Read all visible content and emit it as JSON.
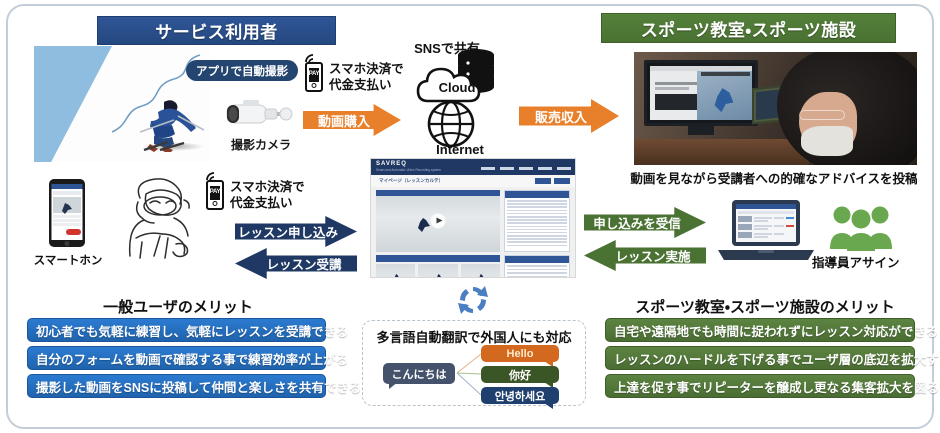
{
  "sections": {
    "user_header": "サービス利用者",
    "facility_header": "スポーツ教室・スポーツ施設"
  },
  "left": {
    "auto_capture_pill": "アプリで自動撮影",
    "camera_caption": "撮影カメラ",
    "phone_caption": "スマートホン",
    "pay_label_top": "スマホ決済で\n代金支払い",
    "pay_label_bottom": "スマホ決済で\n代金支払い",
    "pay_badge": "PAY"
  },
  "center": {
    "sns_share": "SNSで共有",
    "cloud": "Cloud",
    "internet": "Internet",
    "webapp": {
      "logo": "SAVREQ",
      "tagline": "Smart and Automatic Video Recording system",
      "breadcrumb": "マイページ（レッスンカルテ）"
    }
  },
  "arrows": {
    "purchase": "動画購入",
    "revenue": "販売収入",
    "lesson_apply": "レッスン申し込み",
    "lesson_take": "レッスン受講",
    "receive_apply": "申し込みを受信",
    "lesson_do": "レッスン実施"
  },
  "right": {
    "advice_caption": "動画を見ながら受講者への的確なアドバイスを投稿",
    "assign_caption": "指導員アサイン"
  },
  "merits": {
    "user_title": "一般ユーザのメリット",
    "user_items": [
      "初心者でも気軽に練習し、気軽にレッスンを受講できる",
      "自分のフォームを動画で確認する事で練習効率が上がる",
      "撮影した動画をSNSに投稿して仲間と楽しさを共有できる"
    ],
    "facility_title": "スポーツ教室・スポーツ施設のメリット",
    "facility_items": [
      "自宅や遠隔地でも時間に捉われずにレッスン対応ができる",
      "レッスンのハードルを下げる事でユーザ層の底辺を拡大する",
      "上達を促す事でリピーターを醸成し更なる集客拡大を図る"
    ]
  },
  "translation": {
    "title": "多言語自動翻訳で外国人にも対応",
    "source": "こんにちは",
    "targets": [
      "Hello",
      "你好",
      "안녕하세요"
    ]
  },
  "colors": {
    "user_blue": "#24487f",
    "facility_green": "#4a7233",
    "orange_arrow": "#e8802b",
    "navy_arrow": "#1f3864",
    "green_arrow": "#4a7233",
    "merit_blue": "#1f63ad",
    "merit_green": "#4a6d33",
    "bubble_orange": "#d2691e",
    "bubble_green": "#3b5626",
    "bubble_navy": "#1f3f6e",
    "sync_blue": "#4a7fc1",
    "ski_wedge": "#8fbddf"
  }
}
